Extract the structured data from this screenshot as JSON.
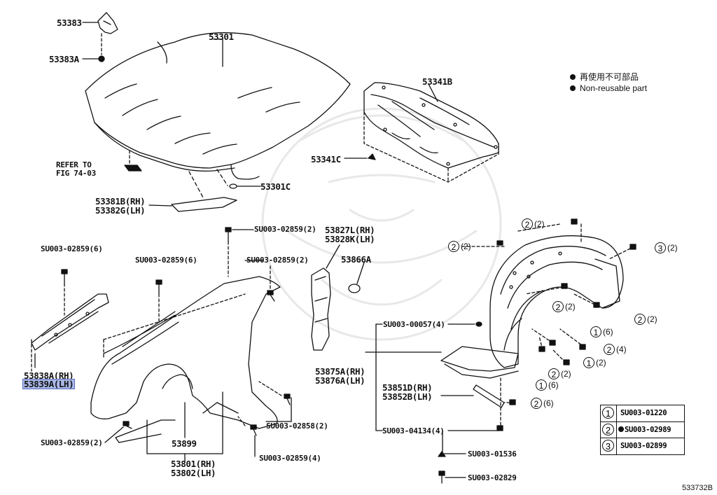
{
  "diagram": {
    "labels": {
      "p53383": "53383",
      "p53383A": "53383A",
      "p53301": "53301",
      "refer": "REFER TO\nFIG 74-03",
      "p53301C": "53301C",
      "p53381B": "53381B(RH)",
      "p53382G": "53382G(LH)",
      "p53341B": "53341B",
      "p53341C": "53341C",
      "su_2859_2a": "SU003-02859(2)",
      "p53827L": "53827L(RH)",
      "p53828K": "53828K(LH)",
      "su_2859_6a": "SU003-02859(6)",
      "su_2859_6b": "SU003-02859(6)",
      "su_2859_2b": "SU003-02859(2)",
      "p53866A": "53866A",
      "p53838A": "53838A(RH)",
      "p53839A": "53839A(LH)",
      "su_0057": "SU003-00057(4)",
      "p53875A": "53875A(RH)",
      "p53876A": "53876A(LH)",
      "p53851D": "53851D(RH)",
      "p53852B": "53852B(LH)",
      "su_2858": "SU003-02858(2)",
      "su_2859_2c": "SU003-02859(2)",
      "p53899": "53899",
      "su_2859_4": "SU003-02859(4)",
      "p53801": "53801(RH)",
      "p53802": "53802(LH)",
      "su_4134": "SU003-04134(4)",
      "su_1536": "SU003-01536",
      "su_2829": "SU003-02829"
    },
    "callouts": [
      {
        "num": "2",
        "qty": "(2)"
      },
      {
        "num": "2",
        "qty": "(2)"
      },
      {
        "num": "3",
        "qty": "(2)"
      },
      {
        "num": "2",
        "qty": "(2)"
      },
      {
        "num": "1",
        "qty": "(6)"
      },
      {
        "num": "2",
        "qty": "(2)"
      },
      {
        "num": "2",
        "qty": "(4)"
      },
      {
        "num": "1",
        "qty": "(2)"
      },
      {
        "num": "2",
        "qty": "(2)"
      },
      {
        "num": "1",
        "qty": "(6)"
      },
      {
        "num": "2",
        "qty": "(6)"
      }
    ],
    "legend": {
      "jp": "再使用不可部品",
      "en": "Non-reusable part"
    },
    "key_table": [
      {
        "num": "1",
        "code": "SU003-01220",
        "non_reusable": false
      },
      {
        "num": "2",
        "code": "SU003-02989",
        "non_reusable": true
      },
      {
        "num": "3",
        "code": "SU003-02899",
        "non_reusable": false
      }
    ],
    "figure_code": "533732B"
  }
}
